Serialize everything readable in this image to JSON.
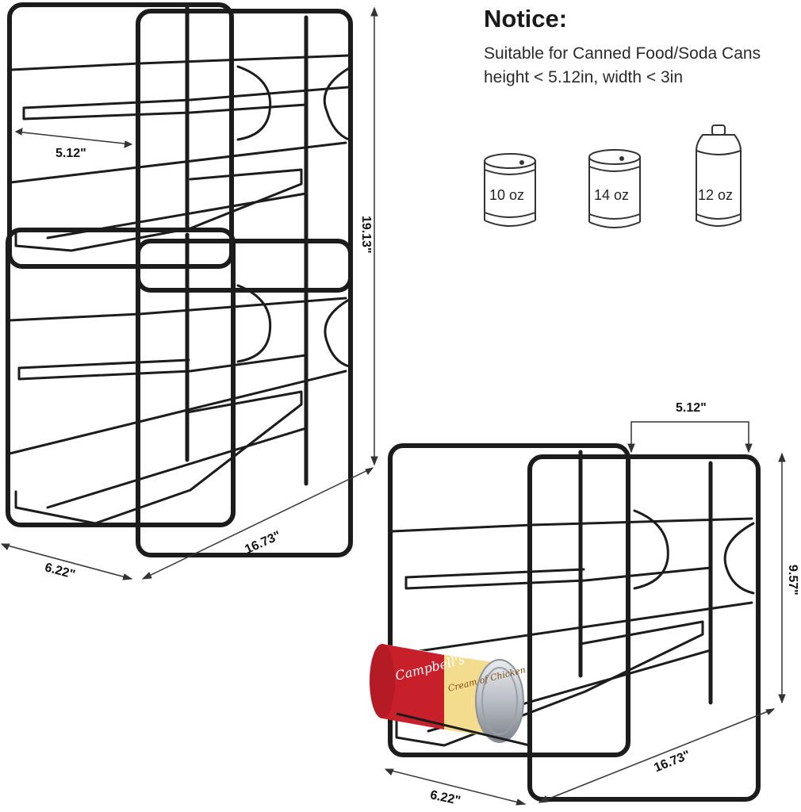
{
  "notice": {
    "title": "Notice:",
    "line1": "Suitable for Canned Food/Soda Cans",
    "line2": "height < 5.12in, width < 3in"
  },
  "cans": [
    {
      "icon": "food-can-icon",
      "label": "10 oz"
    },
    {
      "icon": "food-can-icon",
      "label": "14 oz"
    },
    {
      "icon": "soda-can-icon",
      "label": "12 oz"
    }
  ],
  "stacked_rack": {
    "inner_width": "5.12\"",
    "height": "19.13\"",
    "length": "16.73\"",
    "depth": "6.22\""
  },
  "single_rack": {
    "inner_width": "5.12\"",
    "height": "9.57\"",
    "length": "16.73\"",
    "depth": "6.22\""
  },
  "can_label": {
    "brand": "Campbell's",
    "product": "Cream of Chicken"
  },
  "colors": {
    "wire": "#1c1c1c",
    "can_red": "#c8202a",
    "can_silver": "#c9cdd2",
    "soup_yellow": "#f3dc8e"
  }
}
